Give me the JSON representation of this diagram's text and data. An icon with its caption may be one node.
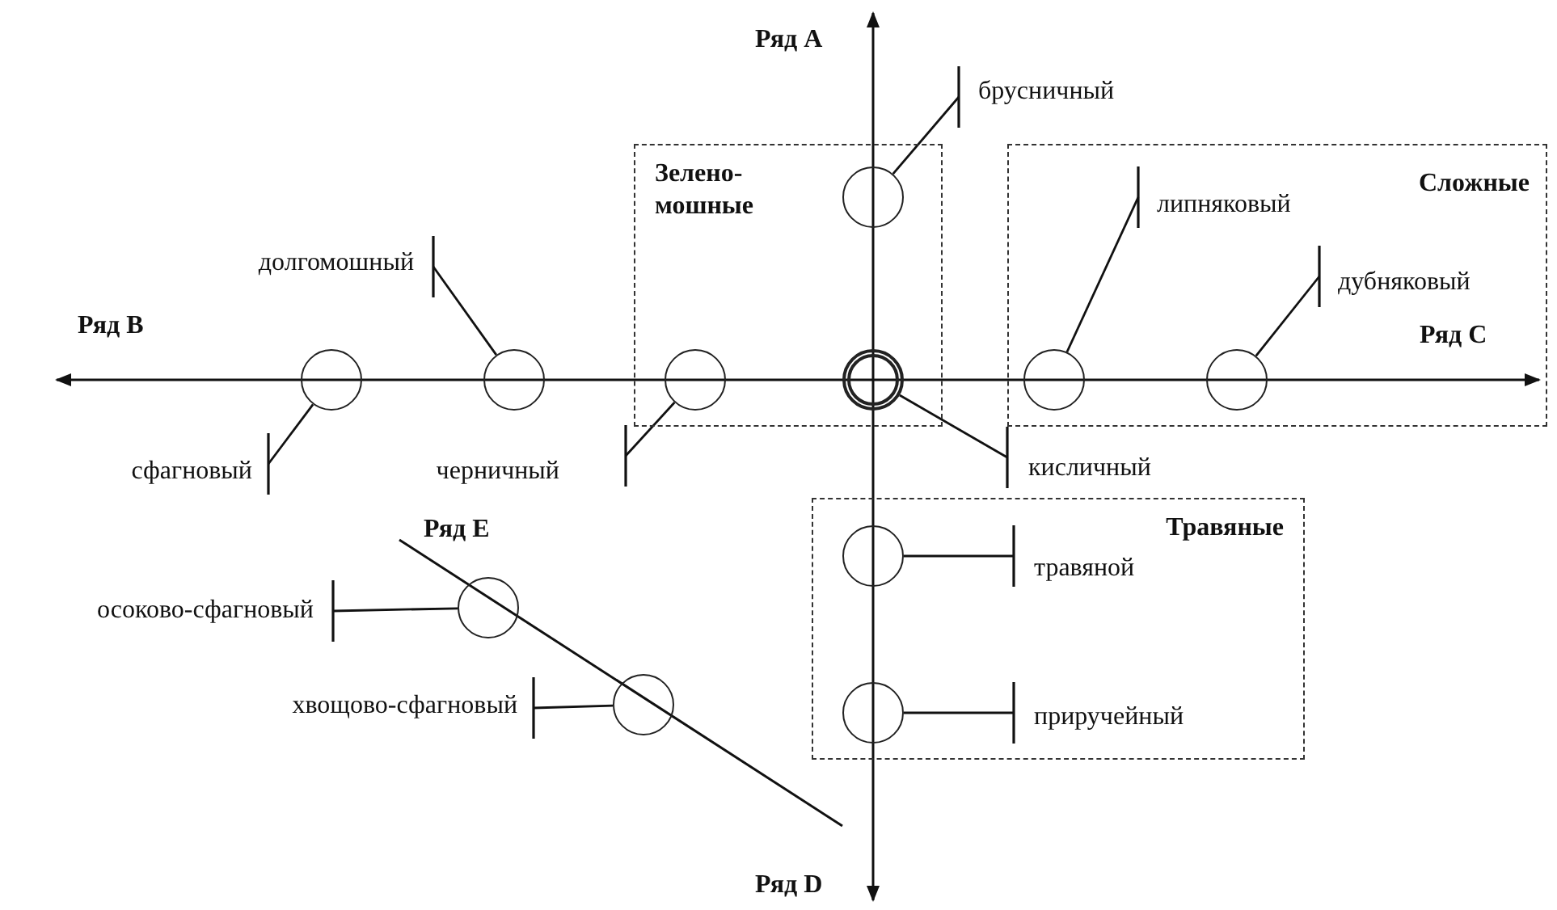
{
  "diagram": {
    "nodes": [
      {
        "text": [
          "брусничный"
        ]
      },
      {
        "text": [
          "Зелено-мошные"
        ]
      },
      {
        "text": [],
        "shape": "circle",
        "in": 1
      },
      {
        "text": [
          "Сложные"
        ]
      },
      {
        "text": [
          "липняковый"
        ],
        "in": 3
      },
      {
        "text": [
          "дубняковый"
        ],
        "in": 3
      },
      {
        "text": [
          "долгомошный"
        ]
      },
      {
        "text": [],
        "shape": "circle"
      },
      {
        "text": [],
        "shape": "circle"
      },
      {
        "text": [],
        "shape": "circle",
        "in": 1
      },
      {
        "text": [],
        "shape": "circle",
        "in": 1
      },
      {
        "text": [],
        "shape": "circle",
        "in": 3
      },
      {
        "text": [],
        "shape": "circle",
        "in": 3
      },
      {
        "text": [
          "сфагновый"
        ]
      },
      {
        "text": [
          "черничный"
        ]
      },
      {
        "text": [
          "кисличный"
        ]
      },
      {
        "text": [
          "Травяные"
        ]
      },
      {
        "text": [],
        "shape": "circle",
        "in": 16
      },
      {
        "text": [
          "травяной"
        ],
        "in": 16
      },
      {
        "text": [],
        "shape": "circle",
        "in": 16
      },
      {
        "text": [
          "приручейный"
        ],
        "in": 16
      },
      {
        "text": [
          "осоково-сфагновый"
        ]
      },
      {
        "text": [],
        "shape": "circle"
      },
      {
        "text": [
          "хвощово-сфагновый"
        ]
      },
      {
        "text": [],
        "shape": "circle"
      }
    ],
    "edges": [
      {
        "from": 0,
        "to": 2,
        "arrow": "other"
      },
      {
        "from": 4,
        "to": 11,
        "arrow": "other"
      },
      {
        "from": 5,
        "to": 12,
        "arrow": "other"
      },
      {
        "from": 6,
        "to": 8,
        "arrow": "other"
      },
      {
        "from": 13,
        "to": 7,
        "arrow": "other"
      },
      {
        "from": 14,
        "to": 9,
        "arrow": "other"
      },
      {
        "from": 15,
        "to": 10,
        "arrow": "other"
      },
      {
        "from": 18,
        "to": 17,
        "arrow": "other"
      },
      {
        "from": 20,
        "to": 19,
        "arrow": "other"
      },
      {
        "from": 21,
        "to": 22,
        "arrow": "other"
      },
      {
        "from": 23,
        "to": 24,
        "arrow": "other"
      }
    ],
    "labels": [
      "Ряд A",
      "Ряд B",
      "Ряд C",
      "Ряд E",
      "Ряд D"
    ]
  }
}
